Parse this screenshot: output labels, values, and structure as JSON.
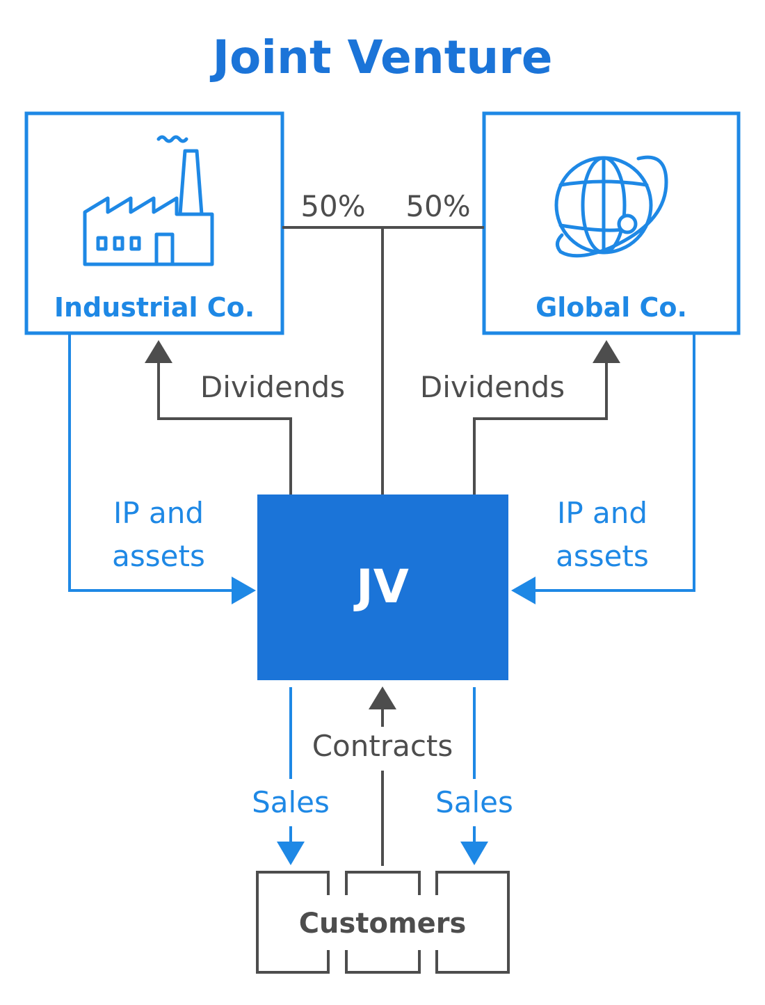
{
  "title": "Joint Venture",
  "partners": {
    "left": {
      "name": "Industrial Co.",
      "icon": "factory-icon",
      "share": "50%"
    },
    "right": {
      "name": "Global Co.",
      "icon": "globe-icon",
      "share": "50%"
    }
  },
  "jv": {
    "label": "JV"
  },
  "flows": {
    "dividends_left": "Dividends",
    "dividends_right": "Dividends",
    "ip_left_line1": "IP and",
    "ip_left_line2": "assets",
    "ip_right_line1": "IP and",
    "ip_right_line2": "assets",
    "sales_left": "Sales",
    "sales_right": "Sales",
    "contracts": "Contracts"
  },
  "customers": {
    "label": "Customers"
  },
  "colors": {
    "blue": "#1e88e5",
    "jv_fill": "#1b74d8",
    "gray": "#4d4d4d"
  }
}
